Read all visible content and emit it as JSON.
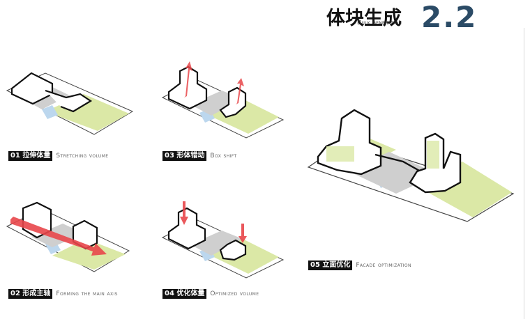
{
  "header": {
    "title_cn": "体块生成",
    "title_en": "Bulk generation",
    "section_number": "2.2",
    "accent_color": "#2b4b66"
  },
  "steps": [
    {
      "label": "01 拉伸体量",
      "subtitle": "Stretching volume"
    },
    {
      "label": "03 形体错动",
      "subtitle": "Box shift"
    },
    {
      "label": "05 立面优化",
      "subtitle": "Facade optimization"
    },
    {
      "label": "02 形成主轴",
      "subtitle": "Forming the main axis"
    },
    {
      "label": "04 优化体量",
      "subtitle": "Optimized volume"
    }
  ],
  "colors": {
    "green_space": "#dbe8a6",
    "water": "#bcd7ee",
    "red_axis": "#e8464a",
    "shadow": "#cfcfcf"
  }
}
